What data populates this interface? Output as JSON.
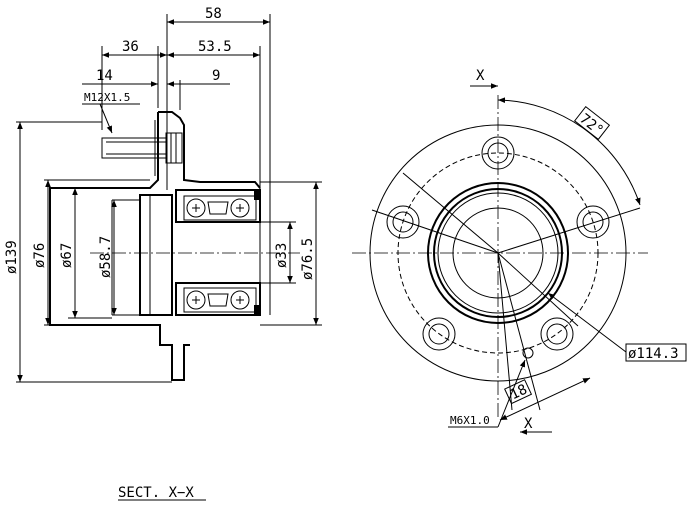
{
  "side_view": {
    "dims_top": {
      "d58": "58",
      "d36": "36",
      "d53_5": "53.5",
      "d14": "14",
      "d9": "9"
    },
    "thread_label": "M12X1.5",
    "dia_139": "ø139",
    "dia_76": "ø76",
    "dia_67": "ø67",
    "dia_58_7": "ø58.7",
    "dia_33": "ø33",
    "dia_76_5": "ø76.5"
  },
  "front_view": {
    "angle_72": "72°",
    "pcd": "ø114.3",
    "dim_18": "18",
    "thread_label": "M6X1.0",
    "section_mark_top": "X",
    "section_mark_bottom": "X"
  },
  "section_title": "SECT. X−X"
}
